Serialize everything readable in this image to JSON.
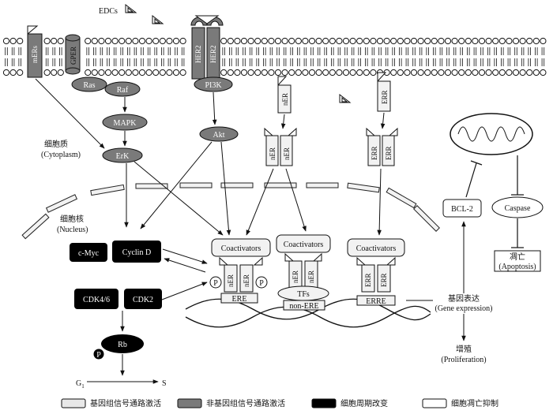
{
  "labels": {
    "edcs": "EDCs",
    "mers": "mERs",
    "gper": "GPER",
    "her2": "HER2",
    "ras": "Ras",
    "raf": "Raf",
    "pi3k": "PI3K",
    "mapk": "MAPK",
    "akt": "Akt",
    "erk": "ErK",
    "ner": "nER",
    "err": "ERR",
    "cytoplasm_cn": "细胞质",
    "cytoplasm_en": "(Cytoplasm)",
    "nucleus_cn": "细胞核",
    "nucleus_en": "(Nucleus)",
    "cmyc": "c-Myc",
    "cyclind": "Cyclin D",
    "cdk46": "CDK4/6",
    "cdk2": "CDK2",
    "rb": "Rb",
    "p": "P",
    "g1": "G",
    "g1_sub": "1",
    "s": "S",
    "coactivators": "Coactivators",
    "ere": "ERE",
    "tfs": "TFs",
    "non_ere": "non-ERE",
    "erre": "ERRE",
    "bcl2": "BCL-2",
    "caspase": "Caspase",
    "apoptosis_cn": "凋亡",
    "apoptosis_en": "(Apoptosis)",
    "gene_cn": "基因表达",
    "gene_en": "(Gene expression)",
    "prolif_cn": "增殖",
    "prolif_en": "(Proliferation)"
  },
  "legend": [
    {
      "label": "基因组信号通路激活",
      "color": "#e8e8e8"
    },
    {
      "label": "非基因组信号通路激活",
      "color": "#7a7a7a"
    },
    {
      "label": "细胞周期改变",
      "color": "#000000"
    },
    {
      "label": "细胞凋亡抑制",
      "color": "#ffffff"
    }
  ],
  "colors": {
    "gray": "#7a7a7a",
    "light": "#e8e8e8",
    "black": "#000000"
  }
}
